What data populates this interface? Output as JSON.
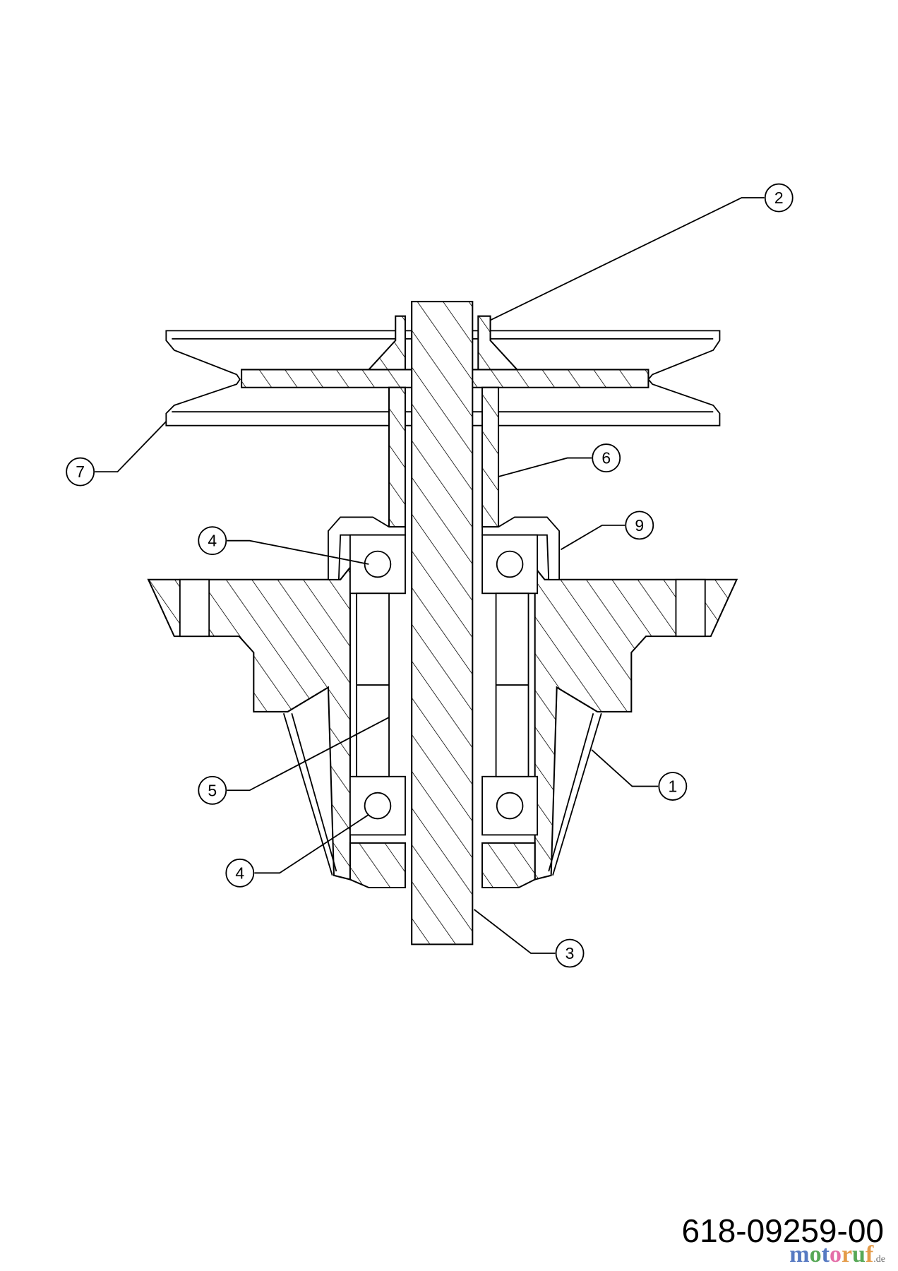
{
  "diagram": {
    "callouts": [
      {
        "label": "1"
      },
      {
        "label": "2"
      },
      {
        "label": "3"
      },
      {
        "label": "4"
      },
      {
        "label": "4"
      },
      {
        "label": "5"
      },
      {
        "label": "6"
      },
      {
        "label": "7"
      },
      {
        "label": "9"
      }
    ],
    "part_number": "618-09259-00",
    "watermark": {
      "name": "motoruf",
      "tld": ".de",
      "colors": [
        "#3a63b8",
        "#3a9a3a",
        "#e0559a",
        "#e08a2a"
      ]
    }
  }
}
